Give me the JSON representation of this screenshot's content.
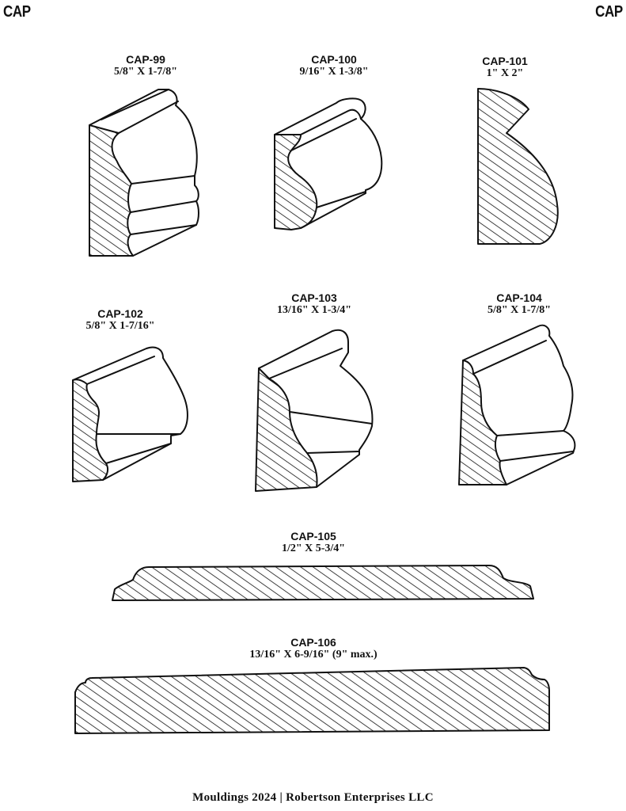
{
  "header": {
    "left": "CAP",
    "right": "CAP"
  },
  "profiles": [
    {
      "code": "CAP-99",
      "size": "5/8\" X 1-7/8\""
    },
    {
      "code": "CAP-100",
      "size": "9/16\" X 1-3/8\""
    },
    {
      "code": "CAP-101",
      "size": "1\" X 2\""
    },
    {
      "code": "CAP-102",
      "size": "5/8\" X 1-7/16\""
    },
    {
      "code": "CAP-103",
      "size": "13/16\" X 1-3/4\""
    },
    {
      "code": "CAP-104",
      "size": "5/8\" X 1-7/8\""
    },
    {
      "code": "CAP-105",
      "size": "1/2\" X 5-3/4\""
    },
    {
      "code": "CAP-106",
      "size": "13/16\" X 6-9/16\" (9\" max.)"
    }
  ],
  "footer": {
    "text": "Mouldings 2024  |  Robertson Enterprises LLC"
  }
}
